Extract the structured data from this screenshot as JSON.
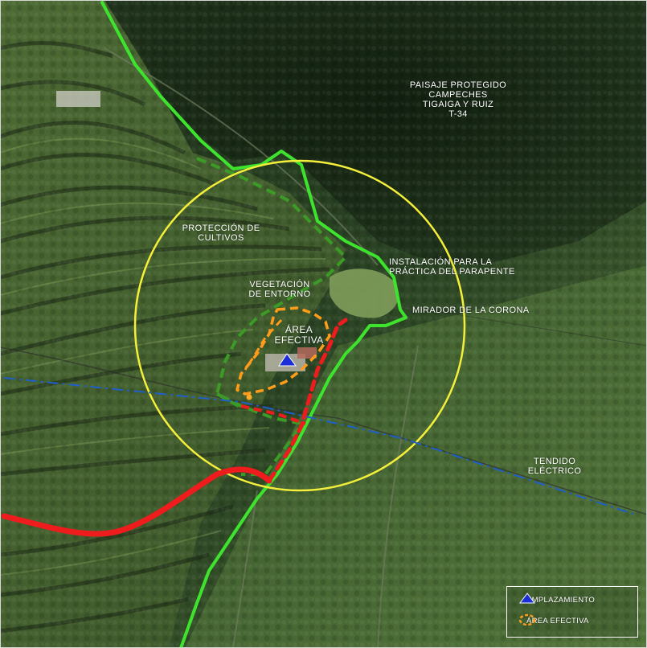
{
  "labels": {
    "protected_area": [
      "PAISAJE PROTEGIDO",
      "CAMPECHES",
      "TIGAIGA Y RUIZ",
      "T-34"
    ],
    "crop_protection": [
      "PROTECCIÓN DE",
      "CULTIVOS"
    ],
    "vegetation": [
      "VEGETACIÓN",
      "DE ENTORNO"
    ],
    "effective_area": [
      "ÁREA",
      "EFECTIVA"
    ],
    "paragliding": [
      "INSTALACIÓN PARA LA",
      "PRÁCTICA DEL PARAPENTE"
    ],
    "viewpoint": "MIRADOR DE LA CORONA",
    "power_line": [
      "TENDIDO",
      "ELÉCTRICO"
    ]
  },
  "legend": {
    "site_label": "EMPLAZAMIENTO",
    "area_label": "ÁREA EFECTIVA",
    "site_icon": "blue-triangle-icon",
    "area_icon": "orange-dashed-ring-icon"
  },
  "colors": {
    "protected_boundary": "#3ee32e",
    "radius_circle": "#f4ef3a",
    "vegetation_boundary": "#3b9b26",
    "road": "#ee1c1c",
    "effective_area": "#ff9d1a",
    "power_line": "#1f5fc9",
    "site_marker": "#1a2fd6"
  }
}
